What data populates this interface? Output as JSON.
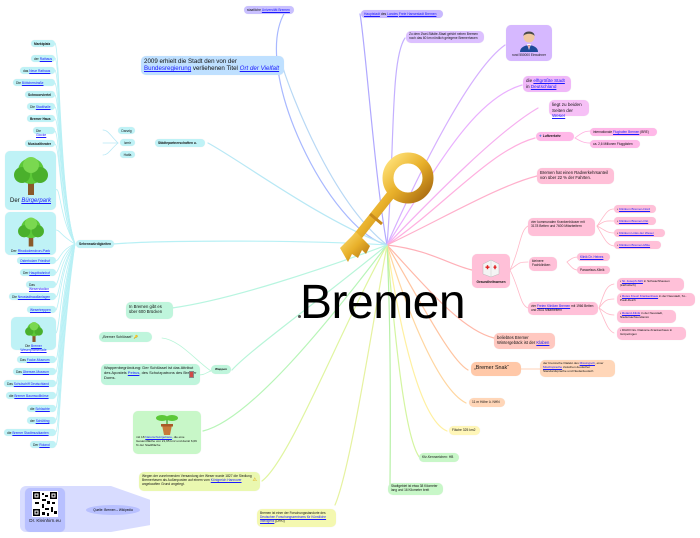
{
  "center": {
    "title": "Bremen",
    "icon": "golden-key-icon"
  },
  "sights": {
    "label": "Sehenswürdigkeiten",
    "items": [
      {
        "text": "Marktplatz"
      },
      {
        "prefix": "der ",
        "link": "Rathaus"
      },
      {
        "prefix": "das ",
        "link": "Neue Rathaus"
      },
      {
        "prefix": "Die ",
        "link": "Böttcherstraße"
      },
      {
        "text": "Schnoorviertel"
      },
      {
        "prefix": "Die ",
        "link": "Stadthalle"
      },
      {
        "text": "Bremer Haus"
      },
      {
        "prefix": "Die ",
        "link": "Glocke"
      },
      {
        "text": "Musicaltheater"
      },
      {
        "prefix": "Der ",
        "link": "Bürgerpark",
        "icon": "tree-icon"
      },
      {
        "prefix": "Der ",
        "link": "Rhododendron-Park",
        "icon": "tree-icon"
      },
      {
        "text": "Osterholzer Friedhof"
      },
      {
        "prefix": "Der ",
        "link": "Hauptbahnhof"
      },
      {
        "prefix": "Das ",
        "link": "Weserstadion"
      },
      {
        "prefix": "Die ",
        "link": "Neustadtswallanlagen"
      },
      {
        "text": "Wesertreppen"
      },
      {
        "prefix": "Die ",
        "link": "Bremer Weserpromenade",
        "icon": "tree-icon"
      },
      {
        "prefix": "Das ",
        "link": "Focke-Museum"
      },
      {
        "prefix": "Das ",
        "link": "Übersee-Museum"
      },
      {
        "prefix": "Das ",
        "link": "Schulschiff Deutschland"
      },
      {
        "prefix": "die ",
        "link": "Bremer Baumwollbörse"
      },
      {
        "prefix": "die ",
        "link": "Schlachte"
      },
      {
        "prefix": "der ",
        "link": "Schütting"
      },
      {
        "prefix": "die ",
        "link": "Bremer Stadtmusikanten"
      },
      {
        "prefix": "Der ",
        "link": "Roland"
      }
    ]
  },
  "partnerships": {
    "label": "Städtepartnerschaften u.",
    "items": [
      "Danzig",
      "Izmir",
      "Haifa"
    ]
  },
  "title_2009": {
    "line1": "2009 erhielt die Stadt den von der",
    "link1": "Bundesregierung",
    "mid": " verliehenen Titel ",
    "link2": "Ort der Vielfalt"
  },
  "university": {
    "prefix": "staatliche ",
    "link": "Universität Bremen"
  },
  "capital": {
    "link1": "Hauptstadt",
    "mid": " des ",
    "link2": "Landes",
    "sp": " ",
    "link3": "Freie Hansestadt Bremen"
  },
  "two_city_state": {
    "text": "Zu dem Zwei-Städte-Staat gehört neben Bremen noch das 60 km nördlich gelegene Bremerhaven"
  },
  "population": {
    "text": "rund 550000 Einwohner",
    "icon": "businessman-icon"
  },
  "eleventh_city": {
    "prefix": "die ",
    "link1": "elftgrößte Stadt",
    "mid": " in ",
    "link2": "Deutschland"
  },
  "weser": {
    "text": "liegt zu beiden Seiten der ",
    "link": "Weser"
  },
  "aviation": {
    "label": "Luftverkehr",
    "icon": "airplane-icon",
    "items": [
      {
        "prefix": "internationale ",
        "link": "Flughafen Bremen",
        "suffix": " (BRE)"
      },
      {
        "text": "ca. 2,6 Millionen Fluggästen"
      }
    ]
  },
  "bicycle": {
    "text": "Bremen hat einen Radverkehrsanteil von über 22 % der Fahrten."
  },
  "health": {
    "label": "Gesundheitswesen",
    "icon": "first-aid-kit-icon",
    "municipal": {
      "text": "vier kommunalen Krankenhäuser mit 3178 Betten und 7600 Mitarbeitern",
      "items": [
        "Klinikum Bremen-Nord",
        "Klinikum Bremen-Ost",
        "Klinikum Links der Weser",
        "Klinikum Bremen-Mitte"
      ]
    },
    "small": {
      "text": "kleinere Fachkliniken",
      "items": [
        {
          "link": "Klinik Dr. Heines"
        },
        {
          "text": "Paracelsus-Klinik"
        }
      ]
    },
    "free": {
      "prefix": "vier ",
      "link": "Freien Kliniken Bremen",
      "suffix": " mit 1966 Betten und 2631 Mitarbeitern",
      "items": [
        {
          "link": "St. Joseph-Stift",
          "suffix": " in Schwachhausen (katholisch)"
        },
        {
          "link": "Rotes Kreuz Krankenhaus",
          "suffix": " in der Neustadt, St.-Pauli-Deich"
        },
        {
          "link": "Roland-Klinik",
          "suffix": " in der Neustadt, Niedersachsendamm"
        },
        {
          "text": "DIAKO Ev. Diakonie-Krankenhaus in Gröpelingen"
        }
      ]
    }
  },
  "klaben": {
    "text": "beliebtes Bremer Wintergebäck ist der ",
    "link": "Klaben"
  },
  "snak": {
    "label": "„Bremer Snak“",
    "desc_prefix": "der bremische Dialekt des ",
    "link1": "Missingsch",
    "desc_mid": ", einer ",
    "link2": "Mischsprache",
    "desc_suffix": " zwischen deutscher Standardsprache und Niederdeutsch"
  },
  "altitude": {
    "text": "11 m Höhe ü. NHN"
  },
  "area": {
    "text": "Fläche 325 km2"
  },
  "plate": {
    "text": "Kfz-Kennzeichen: HB"
  },
  "extent": {
    "text": "Stadtgebiet ist etwa 38 Kilometer lang und 16 Kilometer breit"
  },
  "research": {
    "text": "Bremen ist einer der Forschungsstandorte des ",
    "link": "Deutschen Forschungszentrums für Künstliche Intelligenz",
    "suffix": " (DFKI)"
  },
  "sanding": {
    "text": "Wegen der zunehmenden Versandung der Weser wurde 1827 die Siedlung Bremerhaven als Außenposten auf einem vom ",
    "link": "Königreich Hannover",
    "suffix": " angekauften Grund angelegt.",
    "icon": "warning-icon"
  },
  "nature": {
    "prefix": "mit 18 ",
    "link": "Naturschutzgebiete",
    "suffix": ", die eine Gesamtfläche von 21,65 km² und damit 6,66 % der Stadtfläche",
    "icon": "seedling-icon"
  },
  "coat_of_arms": {
    "label": "Wappen",
    "key_text": "„Bremer Schlüssel“",
    "key_icon": "key-icon",
    "reason_prefix": "Wappenbegründung: Der Schlüssel ist das Attribut des Apostels ",
    "reason_link": "Petrus",
    "reason_suffix": ", des Schutzpatrons des Bremer Doms.",
    "reason_icon": "book-icon"
  },
  "bridges": {
    "text": "In Bremen gibt es über 600 Brücken"
  },
  "source": {
    "brand": "Dr. Kleinhirn.eu",
    "qr": "qr-code-icon",
    "label": "Quelle: Bremen – Wikipedia"
  }
}
